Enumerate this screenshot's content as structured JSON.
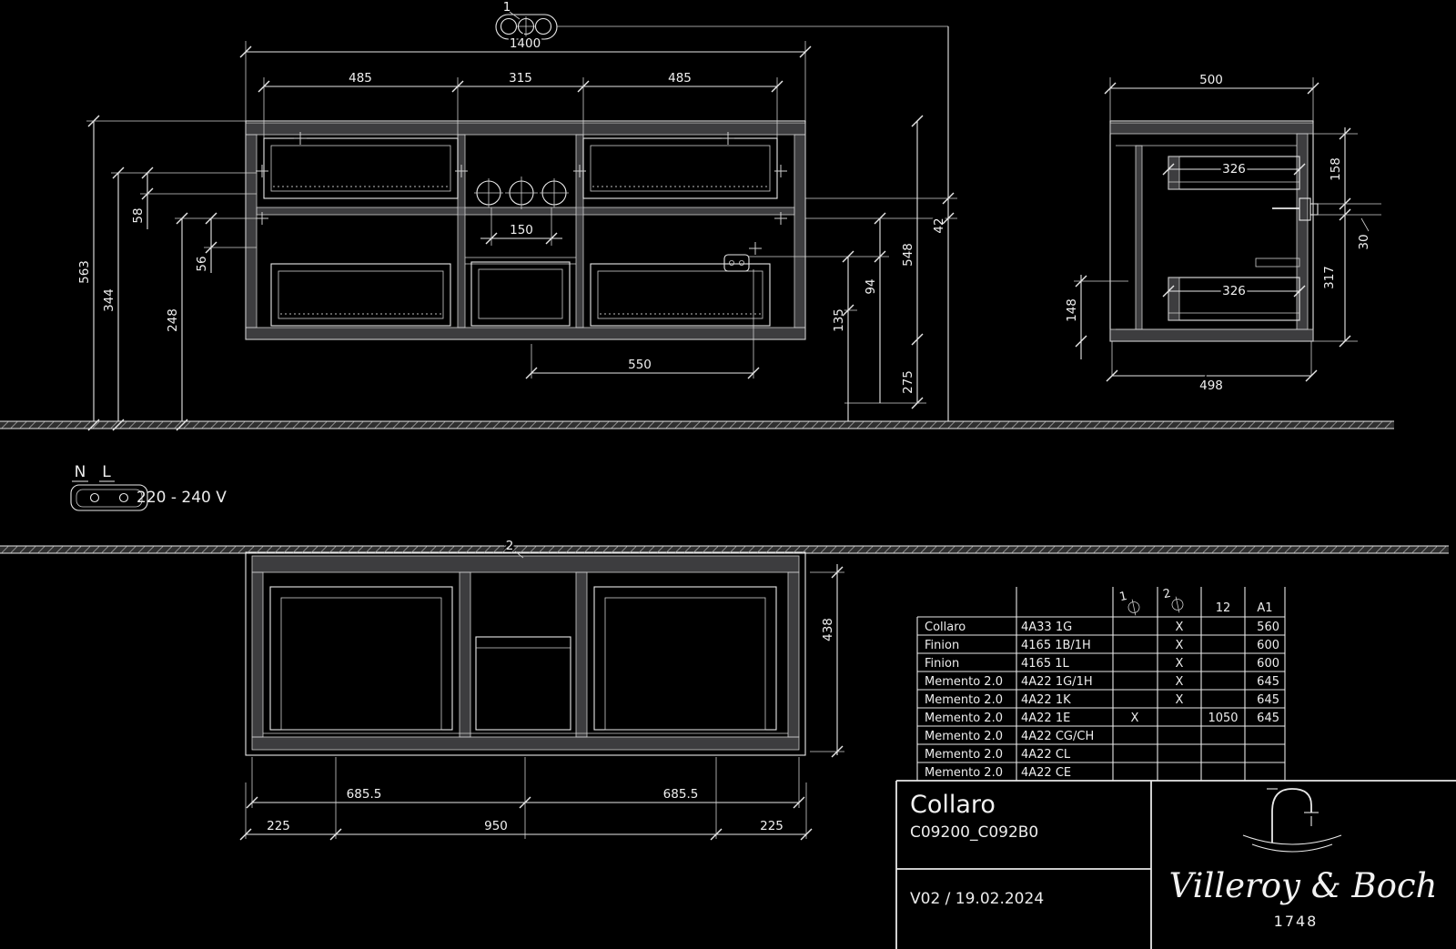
{
  "drawing": {
    "front_view": {
      "marker": "1",
      "dims": {
        "overall_width": "1400",
        "section_left": "485",
        "section_center": "315",
        "section_right": "485",
        "tap_hole_spacing": "150",
        "outlet_offset": "550",
        "left_total": "563",
        "left_mid": "344",
        "left_inner": "248",
        "gap_top": "58",
        "gap_bottom": "56",
        "right_inner_a": "135",
        "right_inner_b": "94",
        "height": "548",
        "front_gap": "42",
        "right_bottom": "275"
      }
    },
    "side_view": {
      "dims": {
        "depth_top": "500",
        "depth_bottom": "498",
        "drawer_upper": "326",
        "drawer_lower": "326",
        "left_height": "148",
        "right_top": "158",
        "right_gap": "30",
        "right_bottom": "317"
      }
    },
    "plan_view": {
      "marker": "2",
      "dims": {
        "half_left": "685.5",
        "half_right": "685.5",
        "offset_left": "225",
        "center_span": "950",
        "offset_right": "225",
        "inner_depth": "438"
      }
    },
    "electrical": {
      "terminal_n": "N",
      "terminal_l": "L",
      "voltage": "220 - 240 V"
    }
  },
  "compat_table": {
    "headers": {
      "tap1": "1",
      "tap2": "2",
      "col12": "12",
      "colA1": "A1"
    },
    "rows": [
      {
        "name": "Collaro",
        "article": "4A33 1G",
        "tap1": "",
        "tap2": "X",
        "v12": "",
        "a1": "560"
      },
      {
        "name": "Finion",
        "article": "4165 1B/1H",
        "tap1": "",
        "tap2": "X",
        "v12": "",
        "a1": "600"
      },
      {
        "name": "Finion",
        "article": "4165 1L",
        "tap1": "",
        "tap2": "X",
        "v12": "",
        "a1": "600"
      },
      {
        "name": "Memento 2.0",
        "article": "4A22 1G/1H",
        "tap1": "",
        "tap2": "X",
        "v12": "",
        "a1": "645"
      },
      {
        "name": "Memento 2.0",
        "article": "4A22 1K",
        "tap1": "",
        "tap2": "X",
        "v12": "",
        "a1": "645"
      },
      {
        "name": "Memento 2.0",
        "article": "4A22 1E",
        "tap1": "X",
        "tap2": "",
        "v12": "1050",
        "a1": "645"
      },
      {
        "name": "Memento 2.0",
        "article": "4A22 CG/CH",
        "tap1": "",
        "tap2": "",
        "v12": "",
        "a1": ""
      },
      {
        "name": "Memento 2.0",
        "article": "4A22 CL",
        "tap1": "",
        "tap2": "",
        "v12": "",
        "a1": ""
      },
      {
        "name": "Memento 2.0",
        "article": "4A22 CE",
        "tap1": "",
        "tap2": "",
        "v12": "",
        "a1": ""
      }
    ]
  },
  "title_block": {
    "series": "Collaro",
    "article_code": "C09200_C092B0",
    "version": "V02 / 19.02.2024",
    "brand": "Villeroy & Boch",
    "brand_year": "1748"
  },
  "colors": {
    "background": "#000000",
    "line": "#e8e8e8",
    "hatch": "#9a9a9a",
    "text": "#f0f0f0"
  }
}
